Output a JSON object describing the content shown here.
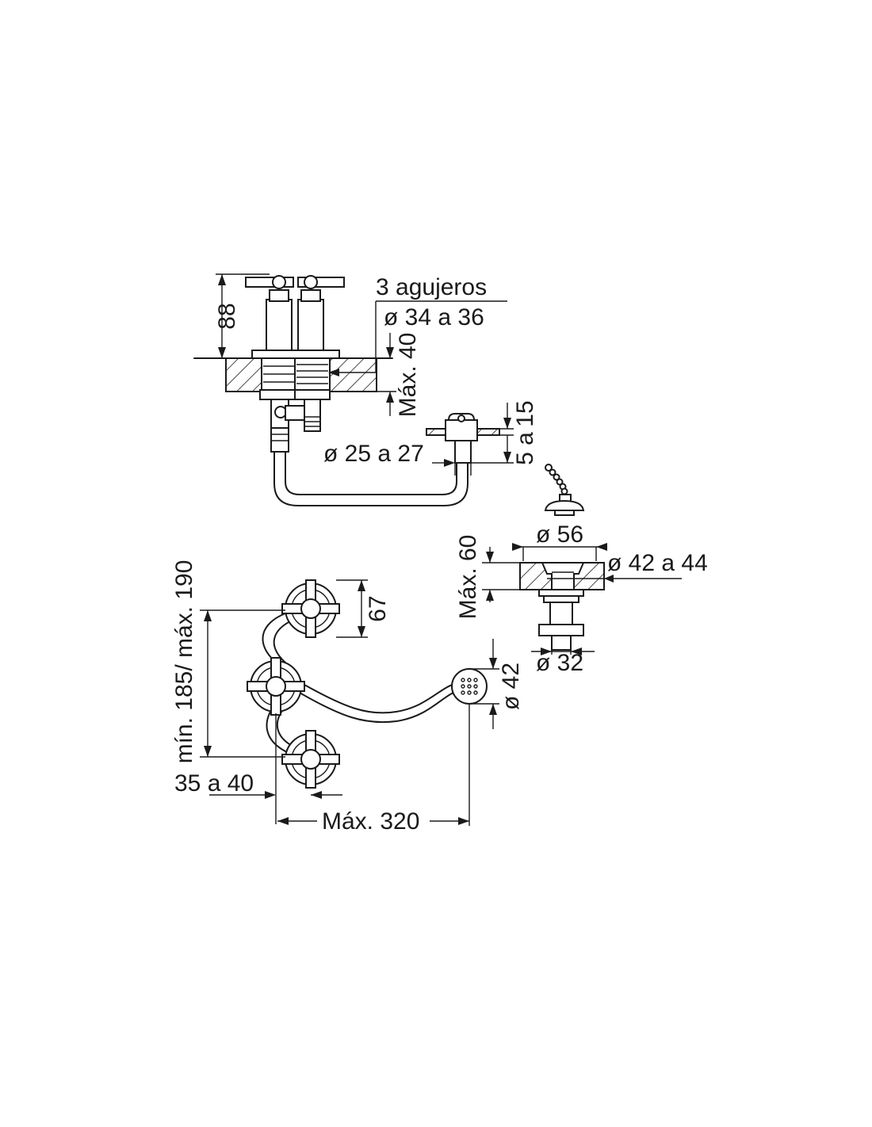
{
  "dimensions": {
    "height_88": "88",
    "holes_count": "3 agujeros",
    "holes_diameter": "ø 34 a 36",
    "max_40": "Máx. 40",
    "drain_range_15": "15",
    "drain_range_5a": "5 a",
    "pipe_diameter": "ø 25 a 27",
    "dia_56": "ø 56",
    "dia_42_44": "ø 42 a 44",
    "max_60": "Máx. 60",
    "dia_32": "ø 32",
    "dim_67": "67",
    "min_max_spacing": "mín. 185/ máx. 190",
    "dia_42": "ø 42",
    "offset_35_40": "35 a 40",
    "max_320": "Máx. 320"
  }
}
